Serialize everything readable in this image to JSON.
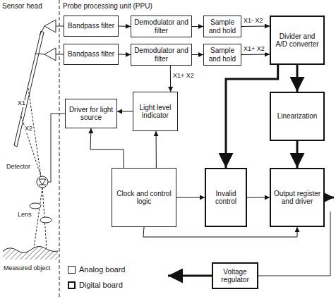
{
  "diagram": {
    "nodes": [
      {
        "text": [
          "Bandpass filter"
        ]
      },
      {
        "text": [
          "Bandpass filter"
        ]
      },
      {
        "text": [
          "Demodulator and filter"
        ]
      },
      {
        "text": [
          "Demodulator and filter"
        ]
      },
      {
        "text": [
          "Sample and hold"
        ]
      },
      {
        "text": [
          "Sample and hold"
        ]
      },
      {
        "text": [
          "Divider and A/D converter"
        ]
      },
      {
        "text": [
          "Driver for light source"
        ]
      },
      {
        "text": [
          "Light level indicator"
        ]
      },
      {
        "text": [
          "Linearization"
        ]
      },
      {
        "text": [
          "Clock and control logic"
        ]
      },
      {
        "text": [
          "Invalid control"
        ]
      },
      {
        "text": [
          "Output register and driver"
        ]
      },
      {
        "text": [
          "Voltage regulator"
        ]
      }
    ],
    "edges": [
      {
        "from": 0,
        "to": 2,
        "arrow": "to"
      },
      {
        "from": 1,
        "to": 3,
        "arrow": "to"
      },
      {
        "from": 2,
        "to": 4,
        "arrow": "to"
      },
      {
        "from": 3,
        "to": 5,
        "arrow": "to"
      },
      {
        "from": 4,
        "to": 6,
        "label": "X1- X2",
        "arrow": "to"
      },
      {
        "from": 5,
        "to": 6,
        "label": "X1+ X2",
        "arrow": "to"
      },
      {
        "from": 3,
        "to": 8,
        "label": "X1+ X2",
        "arrow": "to"
      },
      {
        "from": 8,
        "to": 7,
        "arrow": "to"
      },
      {
        "from": 10,
        "to": 8,
        "arrow": "to"
      },
      {
        "from": 10,
        "to": 7,
        "arrow": "to"
      },
      {
        "from": 6,
        "to": 9,
        "arrow": "to"
      },
      {
        "from": 6,
        "to": 11,
        "arrow": "to"
      },
      {
        "from": 9,
        "to": 12,
        "arrow": "to"
      },
      {
        "from": 11,
        "to": 12,
        "arrow": "to"
      },
      {
        "from": 10,
        "to": 11,
        "arrow": "to"
      },
      {
        "from": 10,
        "to": 12,
        "arrow": "to"
      }
    ],
    "labels": [
      "Sensor head",
      "Probe processing unit (PPU)",
      "X1",
      "X2",
      "Detector",
      "Lens",
      "Measured object"
    ],
    "legend": [
      {
        "text": "Analog board"
      },
      {
        "text": "Digital board"
      }
    ]
  }
}
